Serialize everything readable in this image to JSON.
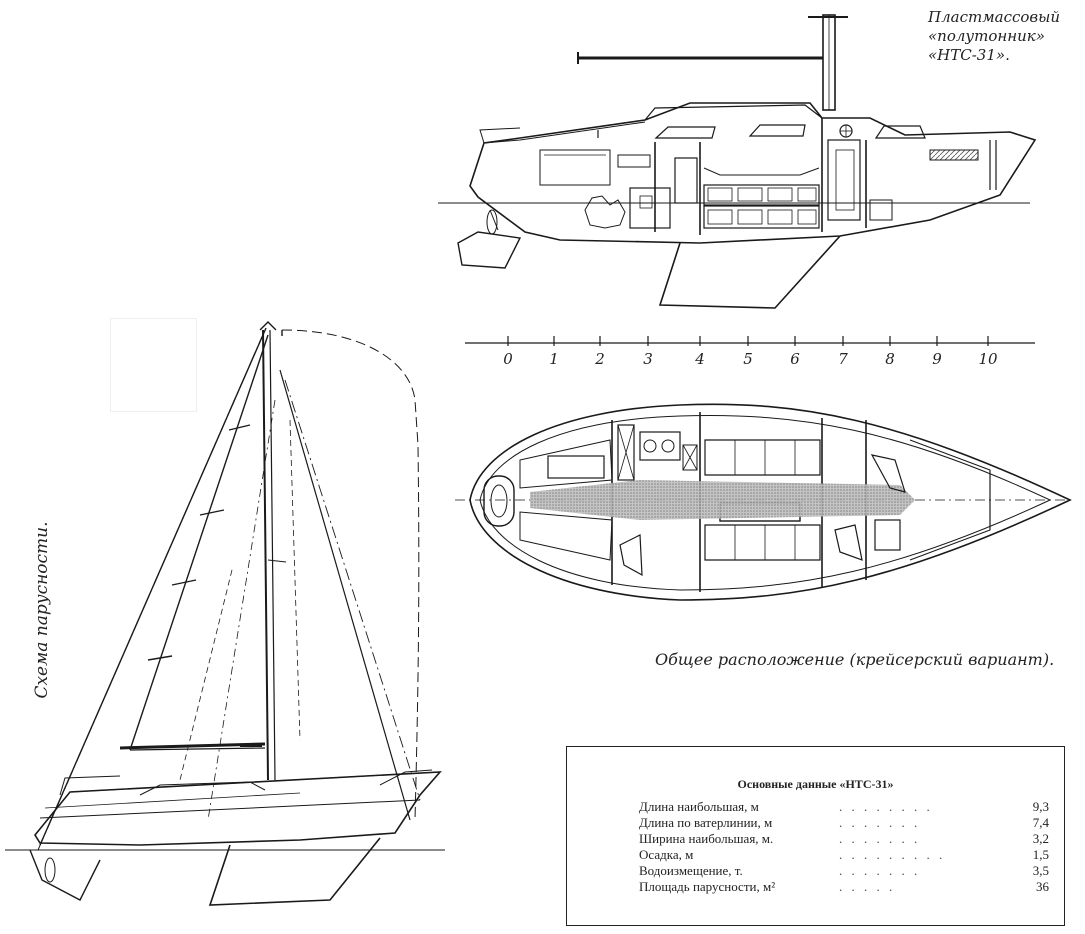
{
  "header": {
    "title_line1": "Пластмассовый",
    "title_line2": "«полутонник»",
    "title_line3": "«НТС-31»."
  },
  "sail_plan": {
    "label": "Схема парусности."
  },
  "layout_plan": {
    "caption": "Общее расположение (крейсерский вариант)."
  },
  "scale": {
    "ticks": [
      "0",
      "1",
      "2",
      "3",
      "4",
      "5",
      "6",
      "7",
      "8",
      "9",
      "10"
    ]
  },
  "specs": {
    "title": "Основные данные «НТС-31»",
    "rows": [
      {
        "label": "Длина наибольшая, м",
        "value": "9,3"
      },
      {
        "label": "Длина по ватерлинии, м",
        "value": "7,4"
      },
      {
        "label": "Ширина наибольшая, м.",
        "value": "3,2"
      },
      {
        "label": "Осадка, м",
        "value": "1,5"
      },
      {
        "label": "Водоизмещение, т.",
        "value": "3,5"
      },
      {
        "label": "Площадь парусности, м²",
        "value": "36"
      }
    ]
  },
  "colors": {
    "ink": "#1a1a1a",
    "paper": "#ffffff",
    "shading": "#9a9a9a"
  }
}
